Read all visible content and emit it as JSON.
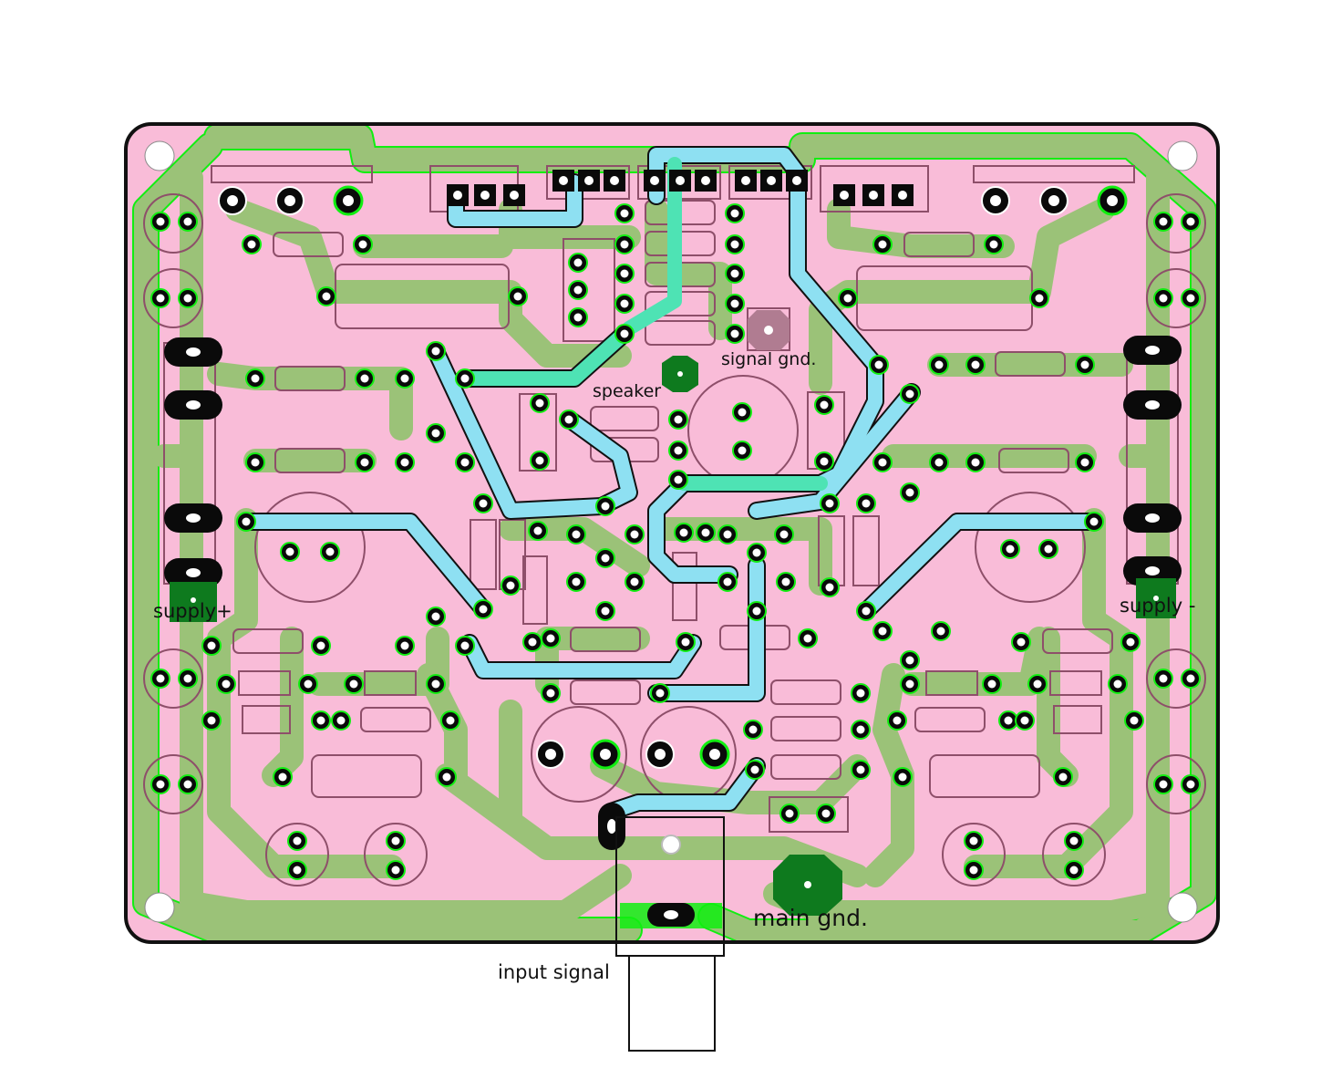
{
  "labels": {
    "speaker": "speaker",
    "signal_gnd": "signal gnd.",
    "supply_plus": "supply+",
    "supply_minus": "supply -",
    "main_gnd": "main gnd.",
    "input_signal": "input signal"
  },
  "colors": {
    "board": "#f9bcd8",
    "trace_bottom": "#9bc278",
    "trace_bottom_edge": "#11ee11",
    "trace_top": "#8ee0f2",
    "trace_top_alt": "#4ee3b4",
    "silkscreen": "#8e4f6a",
    "pad_dark": "#0a0a0a",
    "pad_green": "#0e7a1e",
    "outline": "#111111"
  }
}
